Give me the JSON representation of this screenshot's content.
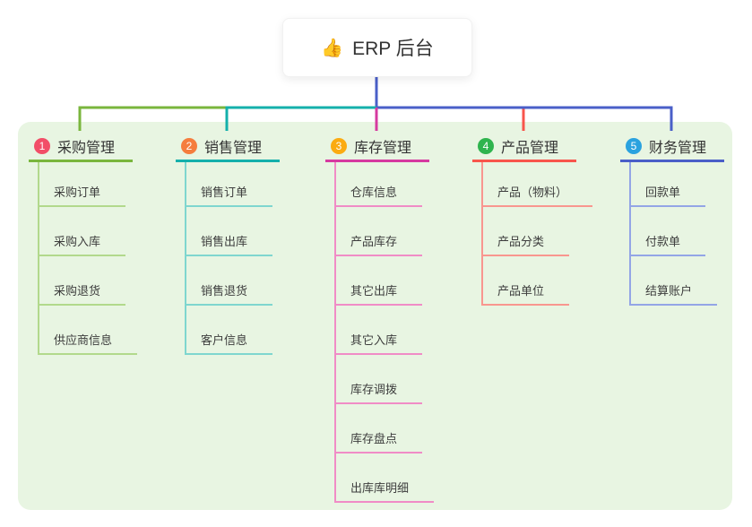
{
  "root": {
    "icon": "👍",
    "title": "ERP 后台",
    "line_color": "#4a5fc8"
  },
  "panel_color": "#e8f5e2",
  "branches": [
    {
      "badge": "1",
      "title": "采购管理",
      "badge_color": "#f24e68",
      "color": "#7ab63d",
      "light_color": "#b2d98c",
      "children": [
        "采购订单",
        "采购入库",
        "采购退货",
        "供应商信息"
      ]
    },
    {
      "badge": "2",
      "title": "销售管理",
      "badge_color": "#f57d3e",
      "color": "#14b0ab",
      "light_color": "#7fd6cf",
      "children": [
        "销售订单",
        "销售出库",
        "销售退货",
        "客户信息"
      ]
    },
    {
      "badge": "3",
      "title": "库存管理",
      "badge_color": "#fbab11",
      "color": "#d63aa0",
      "light_color": "#f08cc6",
      "children": [
        "仓库信息",
        "产品库存",
        "其它出库",
        "其它入库",
        "库存调拨",
        "库存盘点",
        "出库库明细"
      ]
    },
    {
      "badge": "4",
      "title": "产品管理",
      "badge_color": "#2fb44e",
      "color": "#f8554c",
      "light_color": "#f9968f",
      "children": [
        "产品（物料）",
        "产品分类",
        "产品单位"
      ]
    },
    {
      "badge": "5",
      "title": "财务管理",
      "badge_color": "#2aa2df",
      "color": "#4a5fc8",
      "light_color": "#93a5e6",
      "children": [
        "回款单",
        "付款单",
        "结算账户"
      ]
    }
  ]
}
